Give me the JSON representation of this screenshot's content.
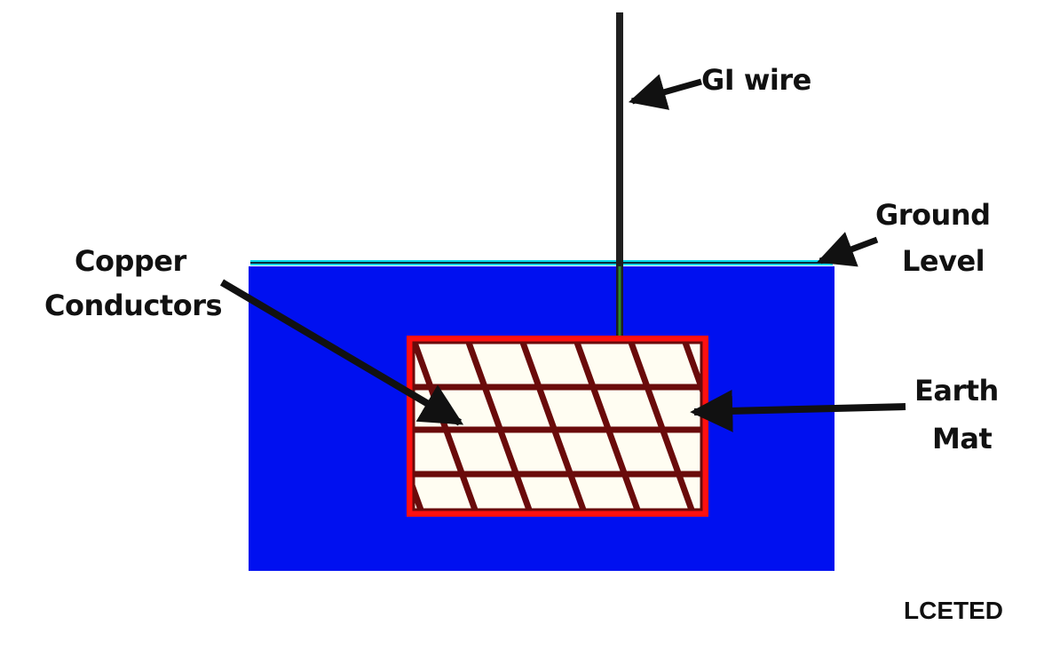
{
  "labels": {
    "gi_wire": "GI wire",
    "ground_level_line1": "Ground",
    "ground_level_line2": "Level",
    "copper_line1": "Copper",
    "copper_line2": "Conductors",
    "earth_mat_line1": "Earth",
    "earth_mat_line2": "Mat",
    "watermark": "LCETED"
  },
  "colors": {
    "soil": "#0010f0",
    "ground_line": "#00d8e8",
    "mat_outline": "#ff1010",
    "mat_grid": "#6a0b0b",
    "mat_fill": "#fffdf2",
    "wire": "#1f1f1f",
    "arrow": "#111111"
  }
}
